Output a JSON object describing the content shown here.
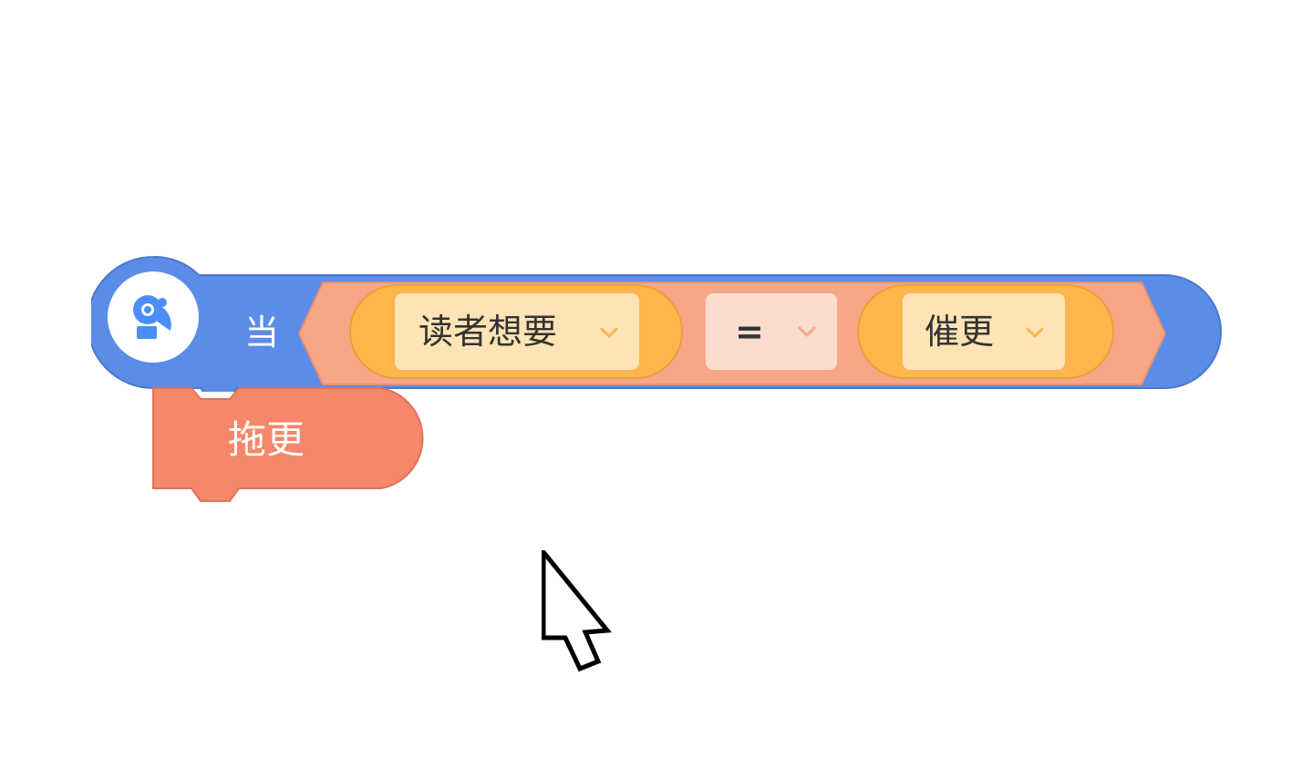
{
  "event_block": {
    "icon": "satellite-dish-icon",
    "when_label": "当",
    "condition": {
      "left_dropdown": {
        "value": "读者想要",
        "icon": "chevron-down-icon"
      },
      "operator_dropdown": {
        "value": "=",
        "icon": "chevron-down-icon"
      },
      "right_dropdown": {
        "value": "催更",
        "icon": "chevron-down-icon"
      }
    },
    "colors": {
      "hat": "#5b8de8",
      "boolean": "#f7a788",
      "reporter": "#fdb64c",
      "field": "#fde3b5",
      "operator_field": "#fddcd0"
    }
  },
  "action_block": {
    "label": "拖更",
    "color": "#f5876a"
  }
}
